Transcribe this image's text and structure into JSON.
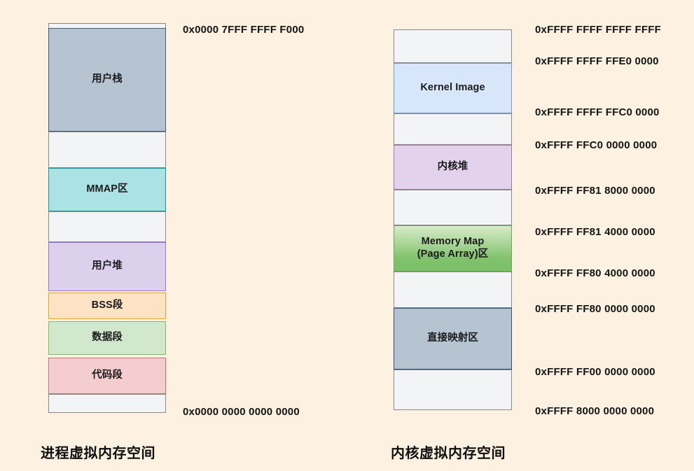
{
  "diagram": {
    "background_color": "#fdf2e2",
    "panels": [
      {
        "id": "process-virtual-memory",
        "caption": "进程虚拟内存空间",
        "segments": [
          {
            "name": "gap-top",
            "label": "",
            "type": "empty"
          },
          {
            "name": "user-stack",
            "label": "用户栈",
            "type": "filled",
            "color": "#b6c4d2",
            "border": "#3f5d78"
          },
          {
            "name": "gap-1",
            "label": "",
            "type": "empty"
          },
          {
            "name": "mmap",
            "label": "MMAP区",
            "type": "filled",
            "color": "#abe2e5",
            "border": "#1e9294"
          },
          {
            "name": "gap-2",
            "label": "",
            "type": "empty"
          },
          {
            "name": "user-heap",
            "label": "用户堆",
            "type": "filled",
            "color": "#ddd0ec",
            "border": "#9b72c4"
          },
          {
            "name": "bss",
            "label": "BSS段",
            "type": "filled",
            "color": "#fde3c4",
            "border": "#e0a51d"
          },
          {
            "name": "data",
            "label": "数据段",
            "type": "filled",
            "color": "#d2e8cd",
            "border": "#86b573"
          },
          {
            "name": "text",
            "label": "代码段",
            "type": "filled",
            "color": "#f3cdcf",
            "border": "#cd6f72"
          },
          {
            "name": "gap-bottom",
            "label": "",
            "type": "empty"
          }
        ],
        "addresses": [
          {
            "name": "addr-stack-top",
            "value": "0x0000 7FFF FFFF F000"
          },
          {
            "name": "addr-space-bottom",
            "value": "0x0000 0000 0000 0000"
          }
        ]
      },
      {
        "id": "kernel-virtual-memory",
        "caption": "内核虚拟内存空间",
        "segments": [
          {
            "name": "gap-top",
            "label": "",
            "type": "empty"
          },
          {
            "name": "kernel-image",
            "label": "Kernel Image",
            "type": "filled",
            "color": "#d7e6fa",
            "border": "#6f9bd1"
          },
          {
            "name": "gap-1",
            "label": "",
            "type": "empty"
          },
          {
            "name": "kernel-heap",
            "label": "内核堆",
            "type": "filled",
            "color": "#e2d2ec",
            "border": "#9b72c4"
          },
          {
            "name": "gap-2",
            "label": "",
            "type": "empty"
          },
          {
            "name": "memory-map",
            "label": "Memory Map\n(Page Array)区",
            "type": "filled",
            "color": "#81c26c",
            "border": "#6aa455"
          },
          {
            "name": "gap-3",
            "label": "",
            "type": "empty"
          },
          {
            "name": "direct-mapping",
            "label": "直接映射区",
            "type": "filled",
            "color": "#b6c4d2",
            "border": "#2f4f6e"
          },
          {
            "name": "gap-bottom",
            "label": "",
            "type": "empty"
          }
        ],
        "addresses": [
          {
            "name": "addr-top",
            "value": "0xFFFF FFFF FFFF FFFF"
          },
          {
            "name": "addr-kimage-top",
            "value": "0xFFFF FFFF FFE0 0000"
          },
          {
            "name": "addr-kimage-bottom",
            "value": "0xFFFF FFFF FFC0 0000"
          },
          {
            "name": "addr-kheap-top",
            "value": "0xFFFF FFC0 0000 0000"
          },
          {
            "name": "addr-kheap-bottom",
            "value": "0xFFFF FF81 8000 0000"
          },
          {
            "name": "addr-memmap-top",
            "value": "0xFFFF FF81 4000 0000"
          },
          {
            "name": "addr-memmap-bottom",
            "value": "0xFFFF FF80 4000 0000"
          },
          {
            "name": "addr-directmap-top",
            "value": "0xFFFF FF80 0000 0000"
          },
          {
            "name": "addr-directmap-bottom",
            "value": "0xFFFF FF00 0000 0000"
          },
          {
            "name": "addr-space-bottom",
            "value": "0xFFFF 8000 0000 0000"
          }
        ]
      }
    ]
  }
}
